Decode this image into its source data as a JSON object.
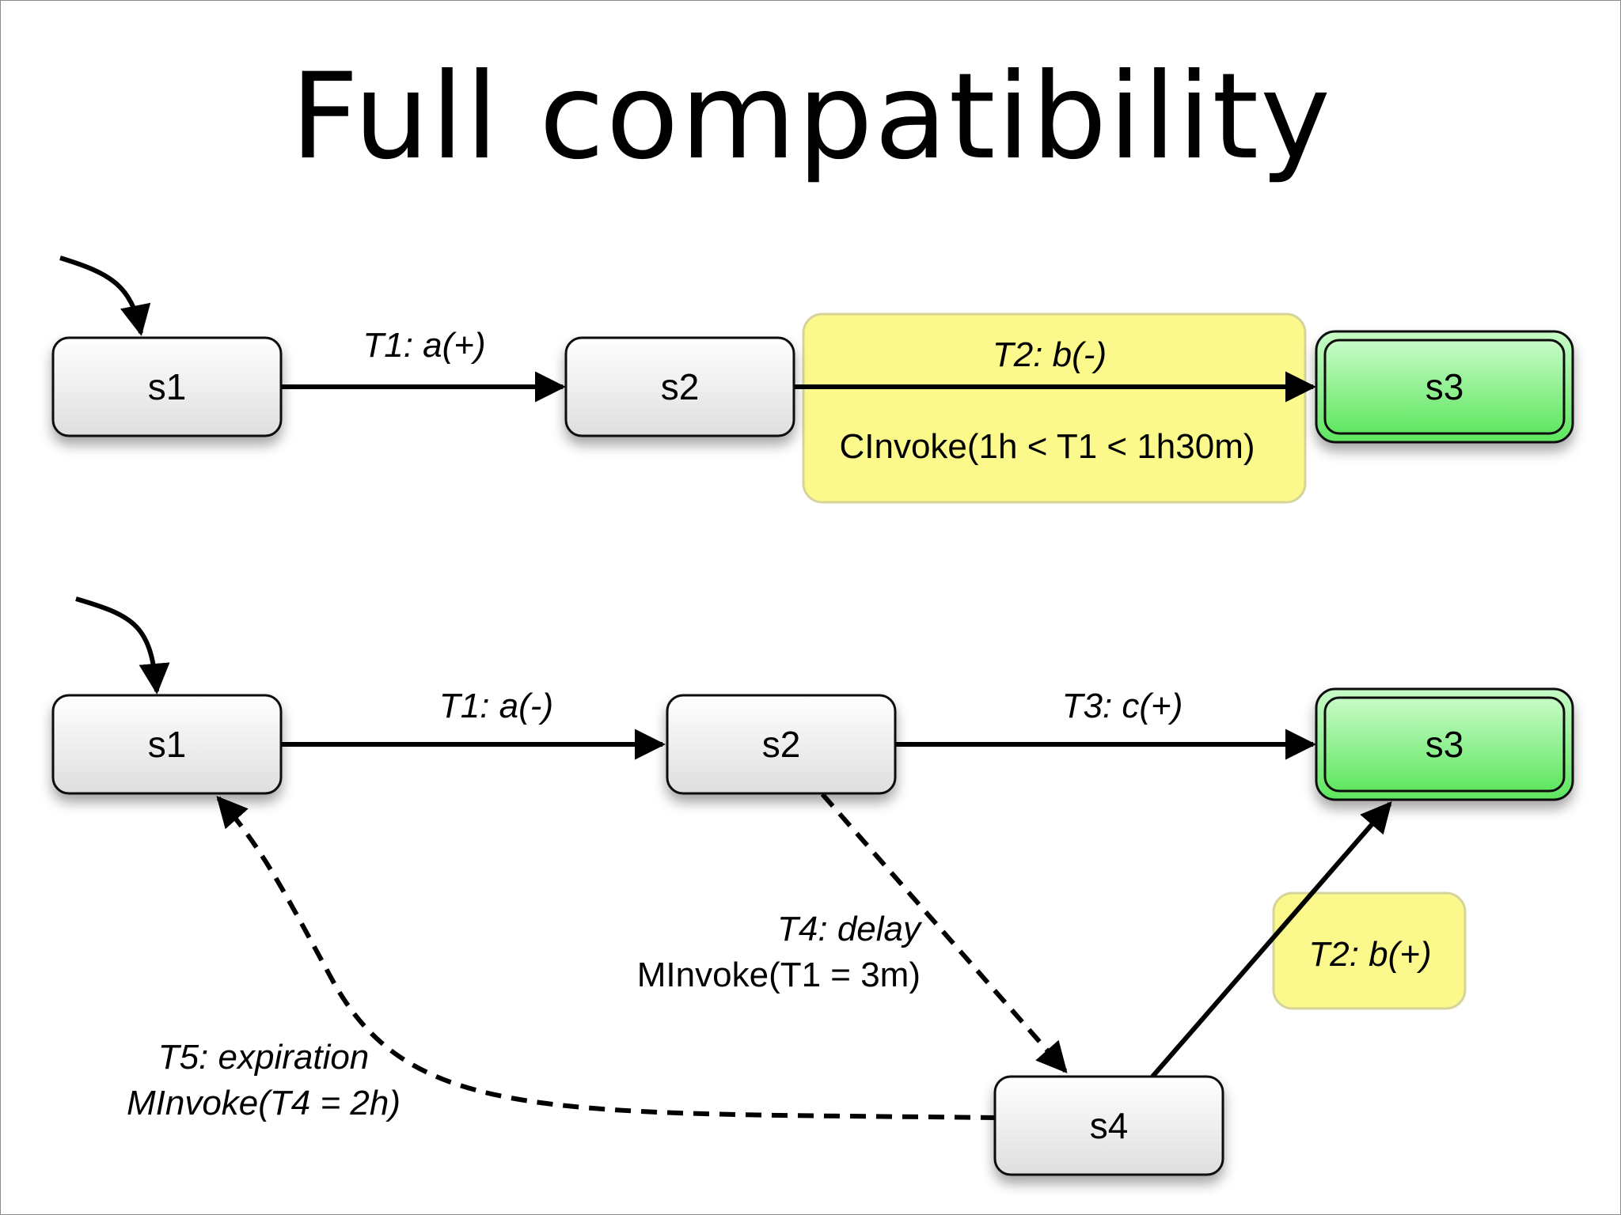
{
  "title": "Full compatibility",
  "colors": {
    "final_state": "#6ff06f",
    "note": "#fbf98c",
    "state": "#ececec"
  },
  "top_diagram": {
    "s1": "s1",
    "s2": "s2",
    "s3": "s3",
    "t1": "T1: a(+)",
    "t2": "T2: b(-)",
    "t2_constraint": "CInvoke(1h < T1 < 1h30m)"
  },
  "bottom_diagram": {
    "s1": "s1",
    "s2": "s2",
    "s3": "s3",
    "s4": "s4",
    "t1": "T1: a(-)",
    "t3": "T3: c(+)",
    "t4": "T4: delay",
    "t4_constraint": "MInvoke(T1 = 3m)",
    "t5": "T5: expiration",
    "t5_constraint": "MInvoke(T4 = 2h)",
    "t2": "T2: b(+)"
  }
}
